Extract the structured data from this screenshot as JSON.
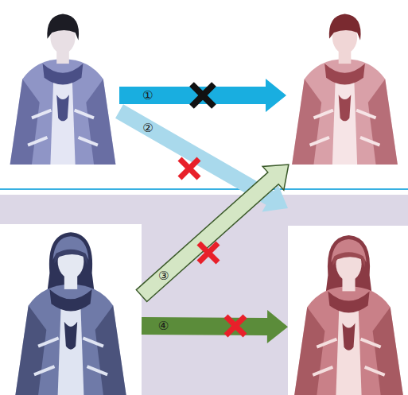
{
  "diagram": {
    "nodes": [
      {
        "text": []
      },
      {
        "text": []
      },
      {
        "text": []
      },
      {
        "text": []
      }
    ],
    "edges": [
      {
        "from": 0,
        "to": 1,
        "arrow": "to",
        "label": "①"
      },
      {
        "from": 0,
        "to": 3,
        "arrow": "to",
        "label": "②"
      },
      {
        "from": 2,
        "to": 1,
        "arrow": "to",
        "label": "③"
      },
      {
        "from": 2,
        "to": 3,
        "arrow": "to",
        "label": "④"
      }
    ]
  }
}
